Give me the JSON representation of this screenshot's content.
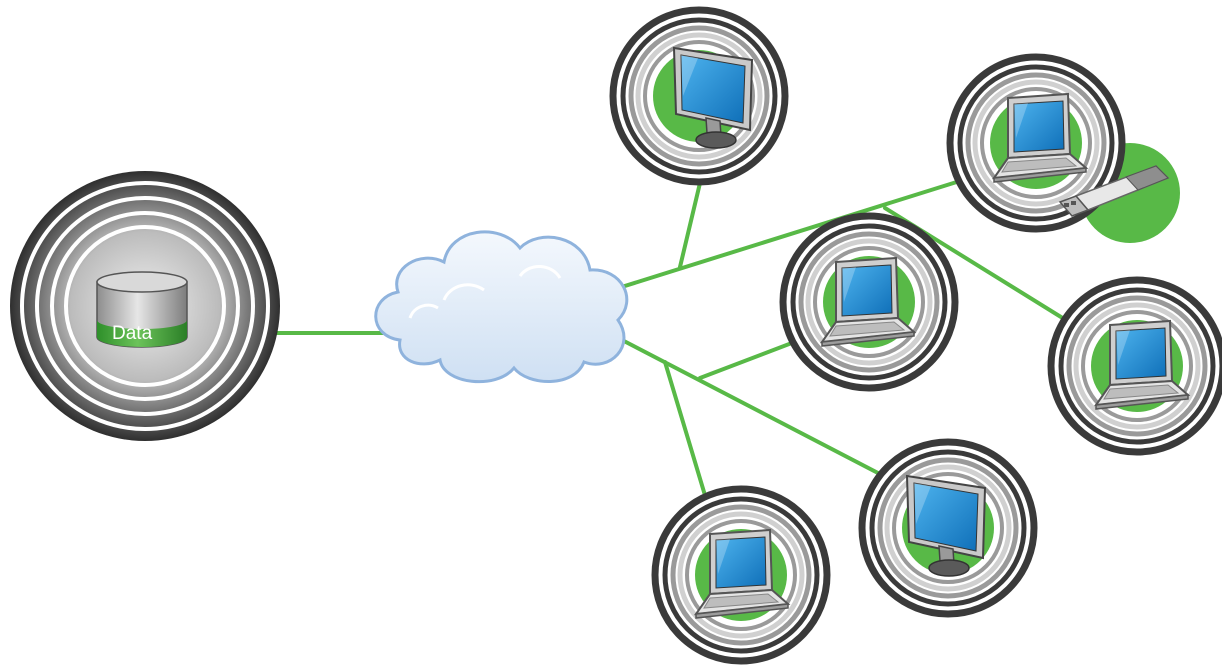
{
  "database": {
    "label": "Data"
  },
  "colors": {
    "link": "#58b947",
    "node_fill": "#58b947",
    "ring_dark": "#3a3a3a",
    "ring_mid": "#9a9a9a",
    "ring_light": "#d0d0d0",
    "cloud_fill": "#dde9f7",
    "cloud_stroke": "#8fb3dd",
    "screen": "#1f8bd1"
  },
  "nodes": [
    {
      "id": "monitor-top",
      "device": "monitor-icon"
    },
    {
      "id": "laptop-usb",
      "device": "laptop-icon",
      "accessory": "usb-drive-icon"
    },
    {
      "id": "laptop-center",
      "device": "laptop-icon"
    },
    {
      "id": "laptop-right",
      "device": "laptop-icon"
    },
    {
      "id": "monitor-bottom",
      "device": "monitor-icon"
    },
    {
      "id": "laptop-bottom",
      "device": "laptop-icon"
    }
  ]
}
